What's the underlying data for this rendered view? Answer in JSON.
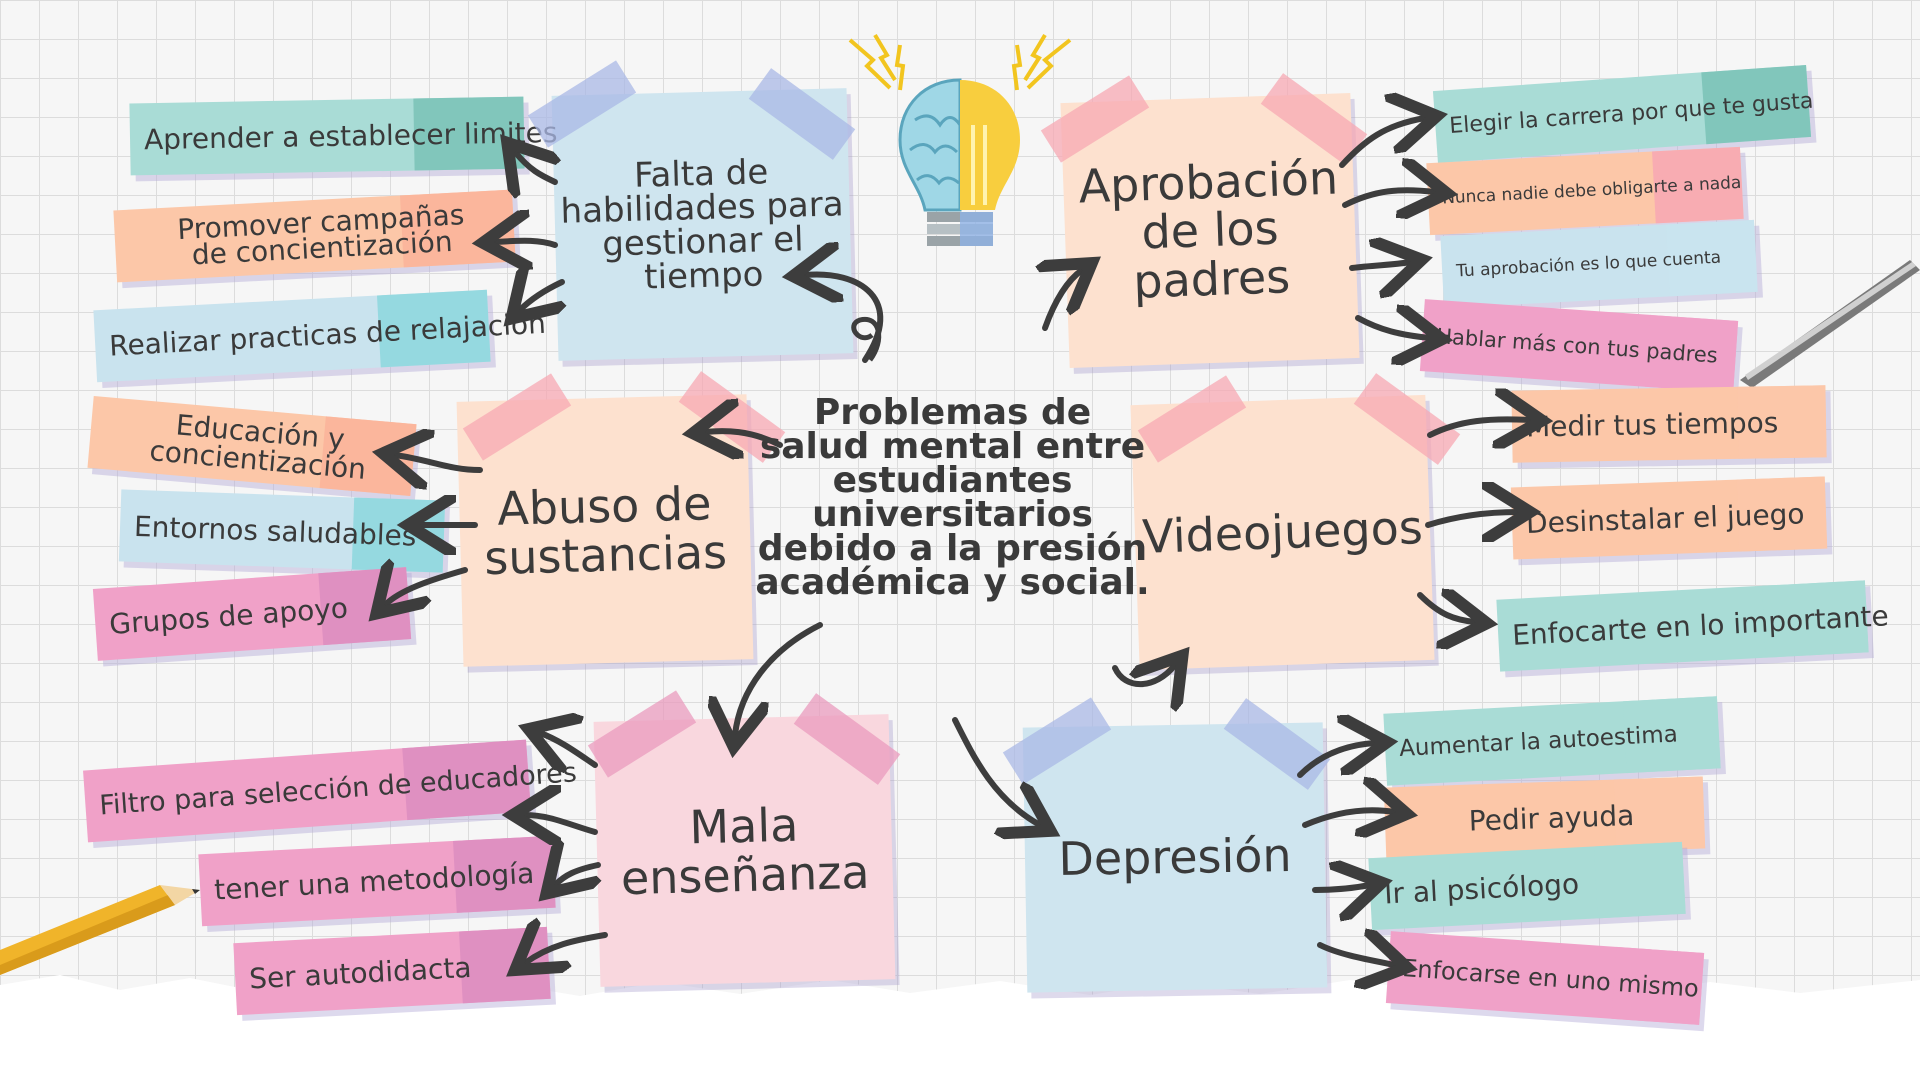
{
  "center_title": "Problemas de salud mental entre estudiantes universitarios debido a la presión académica y social.",
  "colors": {
    "blue": "#cfe5ef",
    "peach": "#fde1cf",
    "pink": "#f9d7de",
    "teal_strip": "#a9dcd6",
    "teal_dark": "#7cc3b8",
    "orange_strip": "#fcc7a8",
    "pink_strip": "#f0a1c8",
    "pink_dark": "#dd8ec0",
    "blue_strip": "#c9e3ee",
    "cyan_dark": "#8fd7de",
    "tape_blue": "#a9b8e6",
    "tape_pink": "#f7a8b3",
    "tape_magenta": "#e99bbd",
    "arrow": "#3d3d3d"
  },
  "topics": {
    "tiempo": {
      "label": "Falta de habilidades para gestionar el tiempo",
      "branches": [
        "Aprender a establecer limites",
        "Promover campañas de concientización",
        "Realizar practicas de relajación"
      ]
    },
    "padres": {
      "label": "Aprobación de los padres",
      "branches": [
        "Elegir la carrera por que te gusta",
        "Nunca nadie debe obligarte a nada",
        "Tu aprobación es lo que cuenta",
        "Hablar más con tus padres"
      ]
    },
    "sustancias": {
      "label": "Abuso de sustancias",
      "branches": [
        "Educación y concientización",
        "Entornos saludables",
        "Grupos de apoyo"
      ]
    },
    "videojuegos": {
      "label": "Videojuegos",
      "branches": [
        "Medir tus tiempos",
        "Desinstalar el juego",
        "Enfocarte en lo importante"
      ]
    },
    "ensenanza": {
      "label": "Mala enseñanza",
      "branches": [
        "Filtro para selección de educadores",
        "tener una metodología",
        "Ser autodidacta"
      ]
    },
    "depresion": {
      "label": "Depresión",
      "branches": [
        "Aumentar la autoestima",
        "Pedir ayuda",
        "Ir al psicólogo",
        "Enfocarse en uno mismo"
      ]
    }
  }
}
